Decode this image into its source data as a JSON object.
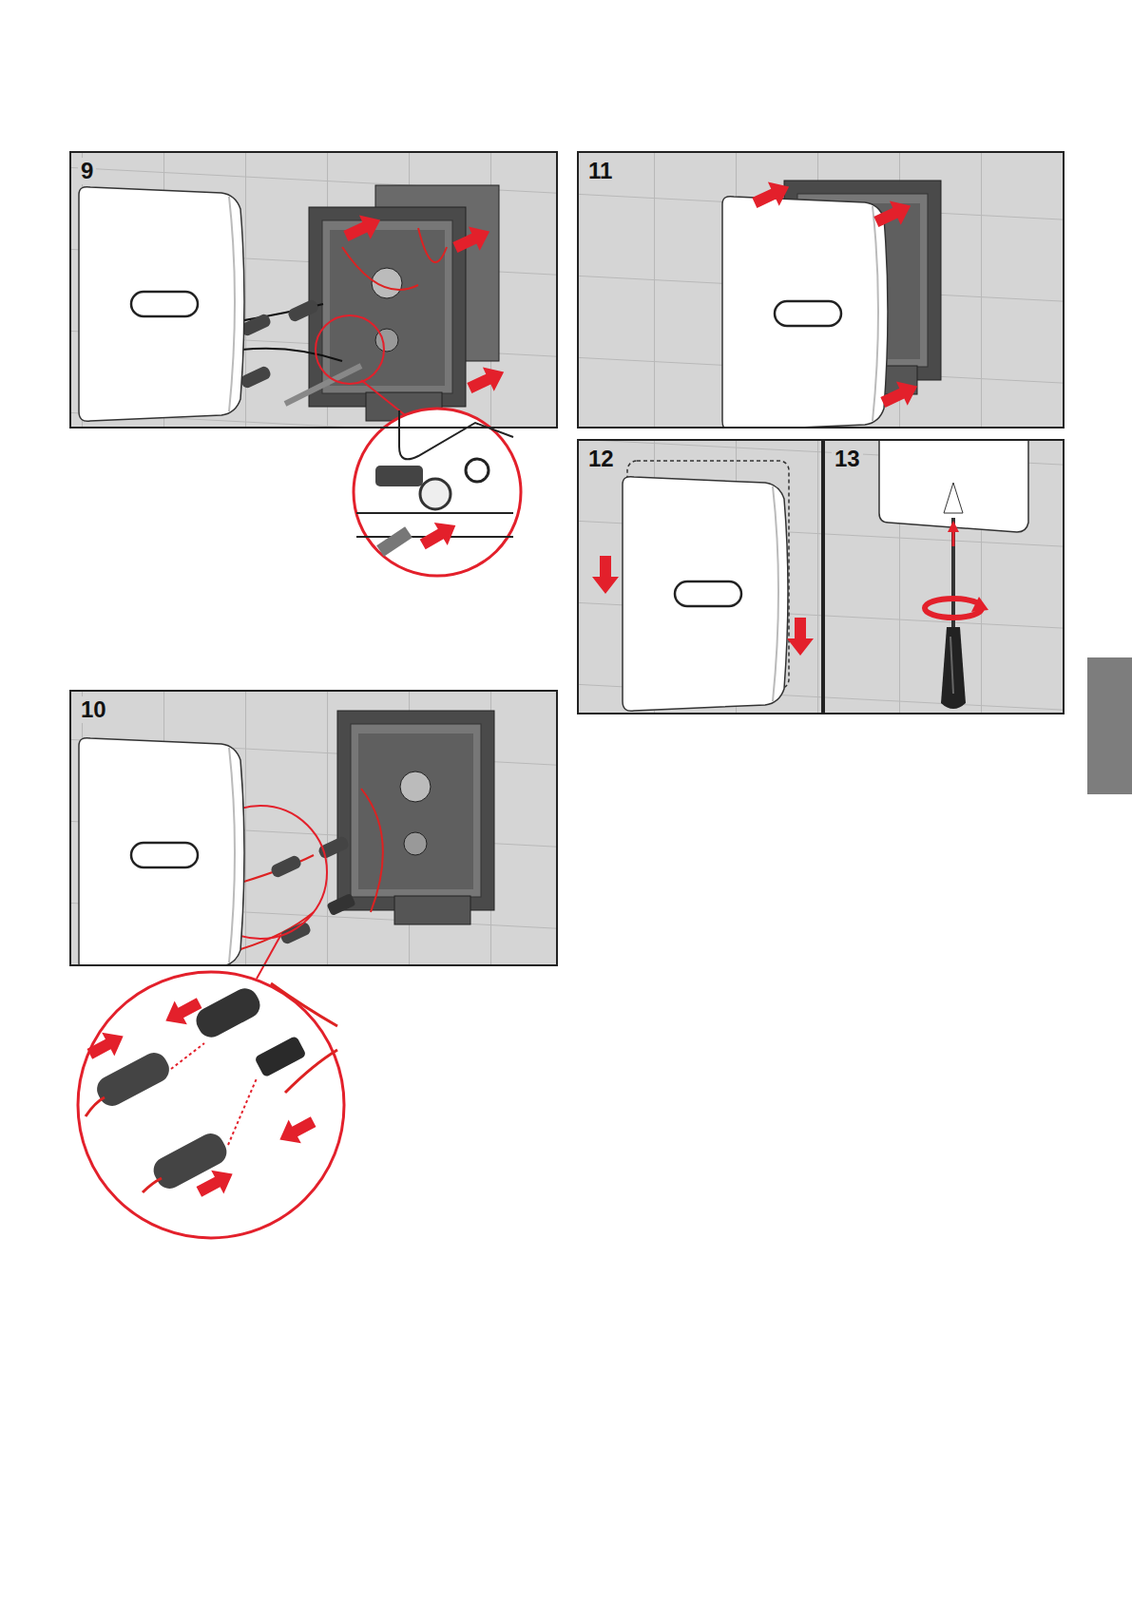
{
  "diagram": {
    "nodes": [
      {
        "text": [
          "9"
        ]
      },
      {
        "text": [
          "11"
        ]
      },
      {
        "text": [
          "12"
        ]
      },
      {
        "text": [
          "13"
        ]
      },
      {
        "text": [
          "10"
        ]
      }
    ]
  }
}
